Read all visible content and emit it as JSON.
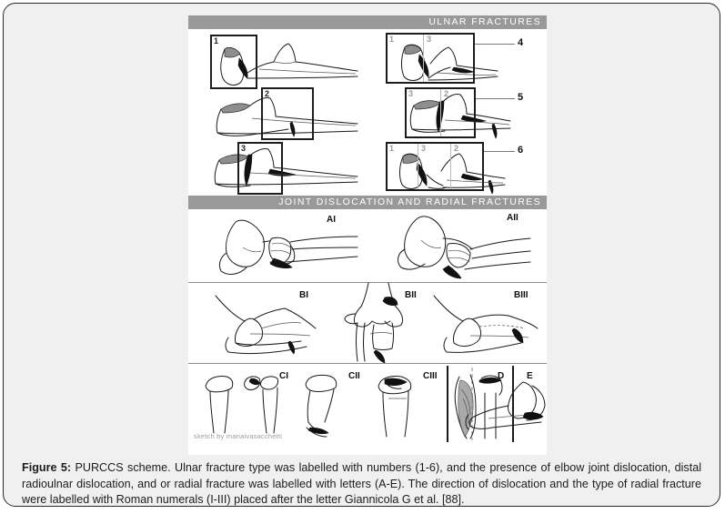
{
  "figure": {
    "banners": {
      "ulnar": "ULNAR FRACTURES",
      "joint": "JOINT DISLOCATION AND RADIAL FRACTURES"
    },
    "credit": "sketch by mariaivasacchetti",
    "ulnar_section": {
      "left_column_box_numbers": [
        "1",
        "2",
        "3"
      ],
      "right_column_leader_numbers": [
        "4",
        "5",
        "6"
      ],
      "right_box_inner_numbers": {
        "row4": [
          "1",
          "3"
        ],
        "row5": [
          "3",
          "2"
        ],
        "row6": [
          "1",
          "3",
          "2"
        ]
      }
    },
    "joint_section": {
      "row_a": [
        "AI",
        "AII"
      ],
      "row_b": [
        "BI",
        "BII",
        "BIII"
      ],
      "row_c": [
        "CI",
        "CII",
        "CIII",
        "D",
        "E"
      ]
    }
  },
  "caption": {
    "label": "Figure 5:",
    "text": " PURCCS scheme. Ulnar fracture type was labelled with numbers (1-6), and the presence of elbow joint dislocation, distal radioulnar dislocation, and or radial fracture was labelled with letters (A-E). The direction of dislocation and the type of radial fracture were labelled with Roman numerals (I-III) placed after the letter Giannicola G et al. [88]."
  },
  "colors": {
    "banner_bg": "#999999",
    "banner_text": "#ffffff",
    "page_bg": "#f0f0f0",
    "figure_bg": "#ffffff",
    "ink": "#1a1a1a",
    "border": "#2b2b2b"
  }
}
